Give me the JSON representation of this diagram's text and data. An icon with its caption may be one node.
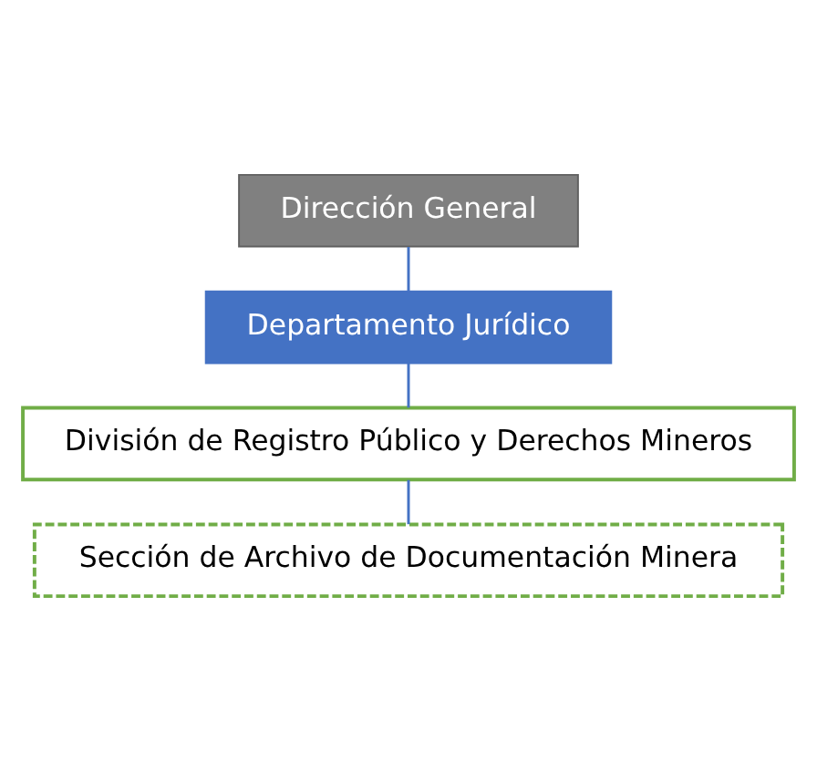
{
  "diagram": {
    "nodes": [
      {
        "text": [
          "Dirección General"
        ]
      },
      {
        "text": [
          "Departamento Jurídico"
        ]
      },
      {
        "text": [
          "División de Registro Público y Derechos Mineros"
        ]
      },
      {
        "text": [
          "Sección de Archivo de Documentación Minera"
        ]
      }
    ],
    "edges": [
      {
        "from": 0,
        "to": 1,
        "arrow": "none"
      },
      {
        "from": 1,
        "to": 2,
        "arrow": "none"
      },
      {
        "from": 2,
        "to": 3,
        "arrow": "none"
      }
    ]
  }
}
